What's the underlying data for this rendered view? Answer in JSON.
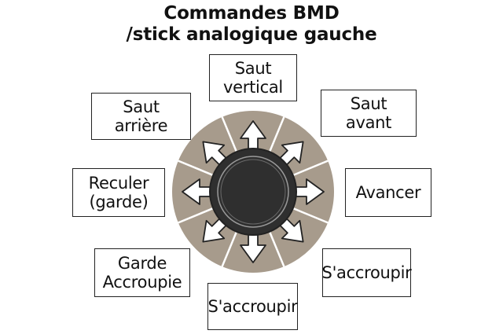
{
  "title": {
    "line1": "Commandes BMD",
    "line2": "/stick analogique gauche"
  },
  "directions": {
    "up": {
      "line1": "Saut",
      "line2": "vertical"
    },
    "up_right": {
      "line1": "Saut",
      "line2": "avant"
    },
    "right": {
      "line1": "Avancer"
    },
    "down_right": {
      "line1": "S'accroupir"
    },
    "down": {
      "line1": "S'accroupir"
    },
    "down_left": {
      "line1": "Garde",
      "line2": "Accroupie"
    },
    "left": {
      "line1": "Reculer",
      "line2": "(garde)"
    },
    "up_left": {
      "line1": "Saut",
      "line2": "arrière"
    }
  },
  "colors": {
    "ring": "#a79b8c",
    "stick": "#2f2f2f",
    "outline": "#222222"
  }
}
